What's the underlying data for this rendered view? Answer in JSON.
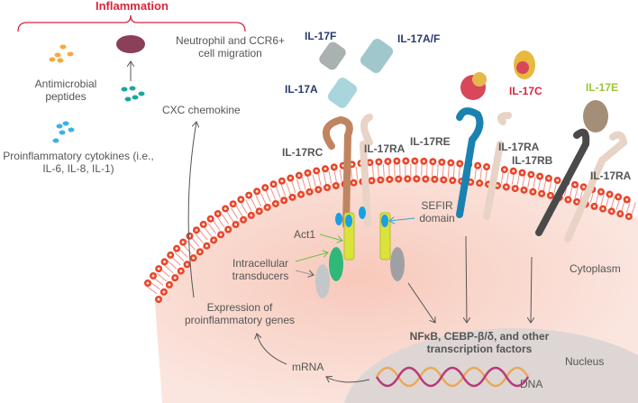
{
  "title": "Inflammation",
  "effects": {
    "amp": "Antimicrobial peptides",
    "migration": "Neutrophil and CCR6+ cell migration",
    "cytokines": "Proinflammatory cytokines (i.e., IL-6, IL-8, IL-1)",
    "cxc": "CXC chemokine"
  },
  "ligands": {
    "il17f": "IL-17F",
    "il17af": "IL-17A/F",
    "il17a": "IL-17A",
    "il17c": "IL-17C",
    "il17e": "IL-17E"
  },
  "receptors": {
    "il17rc": "IL-17RC",
    "il17ra_1": "IL-17RA",
    "il17re": "IL-17RE",
    "il17ra_2": "IL-17RA",
    "il17rb": "IL-17RB",
    "il17ra_3": "IL-17RA"
  },
  "intracellular": {
    "sefir": "SEFIR domain",
    "act1": "Act1",
    "transducers": "Intracellular transducers",
    "expression": "Expression of proinflammatory genes",
    "mrna": "mRNA",
    "tf": "NFκB, CEBP-β/δ, and other transcription factors",
    "dna": "DNA"
  },
  "compartments": {
    "cytoplasm": "Cytoplasm",
    "nucleus": "Nucleus"
  },
  "colors": {
    "title": "#d7263d",
    "membrane": "#e8432e",
    "il17rc": "#c08560",
    "il17re": "#1a82b0",
    "il17rb": "#4a4a4a",
    "act1": "#dbe23a",
    "nucleus": "#ddd6d4"
  }
}
